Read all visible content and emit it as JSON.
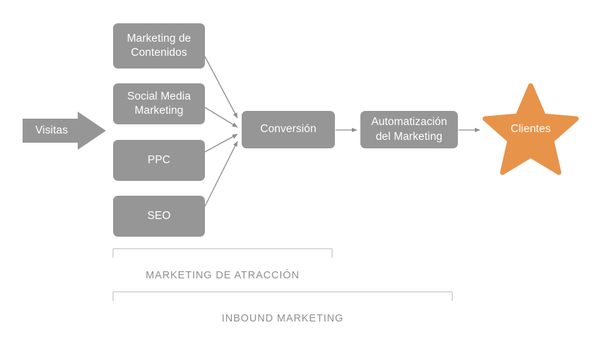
{
  "diagram": {
    "title": "Inbound Marketing funnel diagram",
    "colors": {
      "node_gray": "#969696",
      "star_orange": "#E8934A",
      "connector_gray": "#8d8d8d",
      "bracket_gray": "#cfcfcf",
      "caption_gray": "#8f8f8f",
      "label_white": "#ffffff",
      "background": "#ffffff"
    },
    "entry": {
      "shape": "right-arrow",
      "label": "Visitas"
    },
    "channels": [
      {
        "label": "Marketing de\nContenidos"
      },
      {
        "label": "Social Media\nMarketing"
      },
      {
        "label": "PPC"
      },
      {
        "label": "SEO"
      }
    ],
    "stages": [
      {
        "label": "Conversión"
      },
      {
        "label": "Automatización\ndel Marketing"
      }
    ],
    "outcome": {
      "shape": "star",
      "label": "Clientes"
    },
    "brackets": [
      {
        "caption": "MARKETING DE ATRACCIÓN"
      },
      {
        "caption": "INBOUND MARKETING"
      }
    ]
  }
}
